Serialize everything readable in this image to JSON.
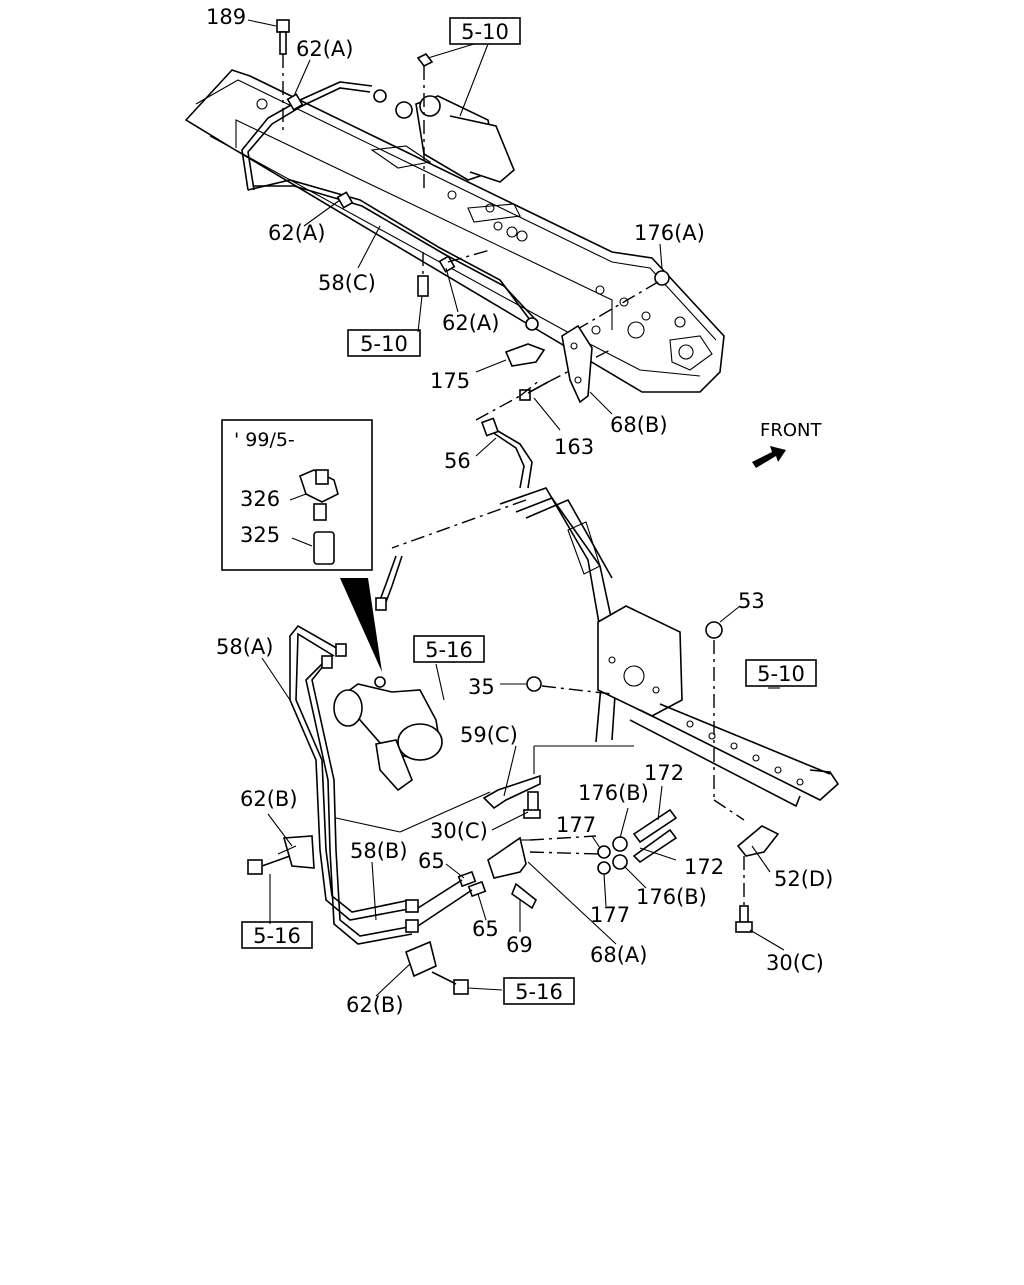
{
  "diagram": {
    "front_label": "FRONT",
    "inset_label": "' 99/5-",
    "refs": {
      "r1": "5-10",
      "r2": "5-10",
      "r3": "5-10",
      "r4": "5-16",
      "r5": "5-16",
      "r6": "5-16"
    },
    "callouts": {
      "c189": "189",
      "c62a_1": "62(A)",
      "c62a_2": "62(A)",
      "c62a_3": "62(A)",
      "c58c": "58(C)",
      "c176a": "176(A)",
      "c175": "175",
      "c163": "163",
      "c68b": "68(B)",
      "c56": "56",
      "c326": "326",
      "c325": "325",
      "c53": "53",
      "c58a": "58(A)",
      "c35": "35",
      "c59c": "59(C)",
      "c176b_1": "176(B)",
      "c172_1": "172",
      "c62b_1": "62(B)",
      "c30c_1": "30(C)",
      "c177_1": "177",
      "c58b": "58(B)",
      "c65_1": "65",
      "c172_2": "172",
      "c52d": "52(D)",
      "c176b_2": "176(B)",
      "c177_2": "177",
      "c65_2": "65",
      "c69": "69",
      "c68a": "68(A)",
      "c30c_2": "30(C)",
      "c62b_2": "62(B)"
    }
  }
}
